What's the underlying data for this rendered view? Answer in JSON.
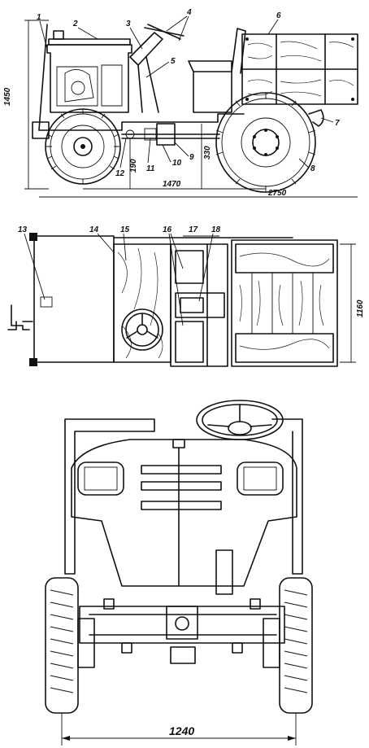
{
  "part_labels": [
    "1",
    "2",
    "3",
    "4",
    "5",
    "6",
    "7",
    "8",
    "9",
    "10",
    "11",
    "12",
    "13",
    "14",
    "15",
    "16",
    "17",
    "18"
  ],
  "dimensions": {
    "height": "1450",
    "wheelbase": "1470",
    "length": "2750",
    "ground_clearance": "330",
    "axle_height": "190",
    "width_top": "1160",
    "track": "1240"
  }
}
